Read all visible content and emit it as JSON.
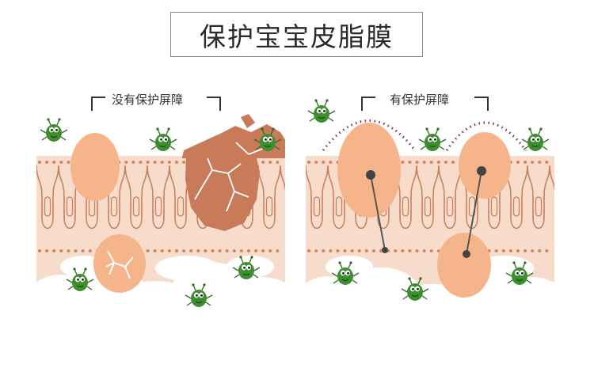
{
  "title": "保护宝宝皮脂膜",
  "left_panel": {
    "label": "没有保护屏障"
  },
  "right_panel": {
    "label": "有保护屏障"
  },
  "colors": {
    "skin": "#f7dccb",
    "papilla_line": "#c8815e",
    "cell_light": "#f6b48a",
    "cell_damaged": "#c97a58",
    "dots": "#d08a66",
    "barrier": "#7a3a5a",
    "germ": "#3e8e2f",
    "fat": "#ffffff"
  },
  "icons": [
    "germ-icon",
    "bracket-icon",
    "pin-icon"
  ]
}
